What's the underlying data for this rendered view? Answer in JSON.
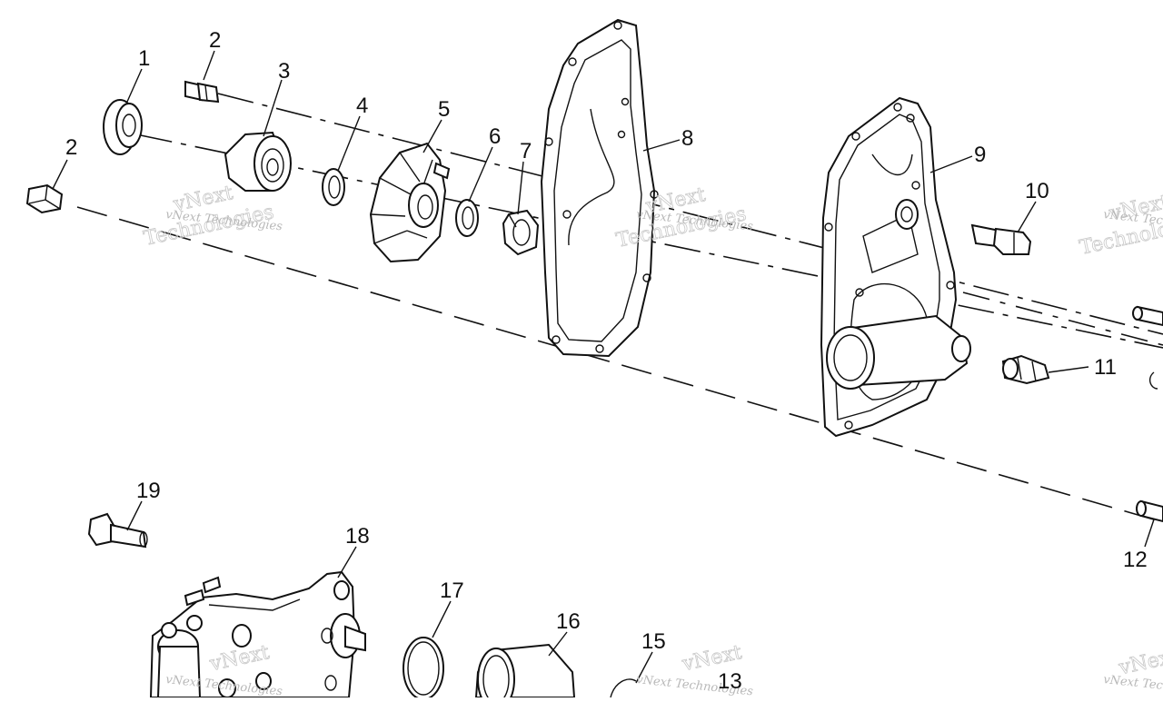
{
  "callouts": [
    "1",
    "2",
    "3",
    "4",
    "5",
    "6",
    "7",
    "8",
    "9",
    "10",
    "11",
    "2",
    "19",
    "18",
    "17",
    "16",
    "15",
    "13",
    "12"
  ],
  "watermark": {
    "company": "vNext Technologies",
    "line1": "vNext",
    "line2": "Technologies"
  },
  "colors": {
    "ink": "#111111",
    "watermark": "#c8c8c8",
    "background": "#ffffff"
  }
}
